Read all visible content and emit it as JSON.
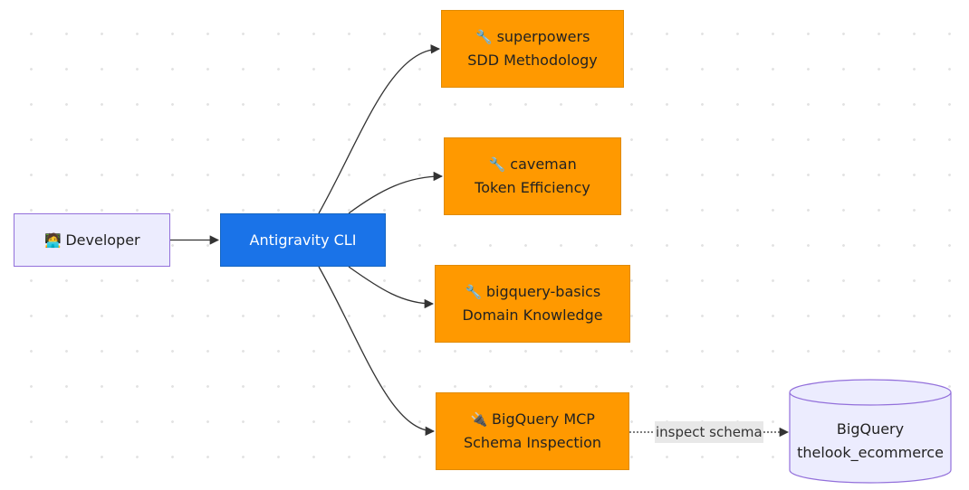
{
  "diagram": {
    "nodes": {
      "developer": {
        "icon": "developer-icon",
        "glyph": "🧑‍💻",
        "label": "Developer"
      },
      "cli": {
        "label": "Antigravity CLI"
      },
      "superpowers": {
        "icon": "wrench-icon",
        "glyph": "🔧",
        "title": "superpowers",
        "subtitle": "SDD Methodology"
      },
      "caveman": {
        "icon": "wrench-icon",
        "glyph": "🔧",
        "title": "caveman",
        "subtitle": "Token Efficiency"
      },
      "bigquery_basics": {
        "icon": "wrench-icon",
        "glyph": "🔧",
        "title": "bigquery-basics",
        "subtitle": "Domain Knowledge"
      },
      "bigquery_mcp": {
        "icon": "plug-icon",
        "glyph": "🔌",
        "title": "BigQuery MCP",
        "subtitle": "Schema Inspection"
      },
      "bigquery_db": {
        "title": "BigQuery",
        "subtitle": "thelook_ecommerce"
      }
    },
    "edges": [
      {
        "from": "developer",
        "to": "cli",
        "style": "solid"
      },
      {
        "from": "cli",
        "to": "superpowers",
        "style": "solid"
      },
      {
        "from": "cli",
        "to": "caveman",
        "style": "solid"
      },
      {
        "from": "cli",
        "to": "bigquery_basics",
        "style": "solid"
      },
      {
        "from": "cli",
        "to": "bigquery_mcp",
        "style": "solid"
      },
      {
        "from": "bigquery_mcp",
        "to": "bigquery_db",
        "style": "dotted",
        "label": "inspect schema"
      }
    ],
    "colors": {
      "user_fill": "#ececfe",
      "user_stroke": "#9370db",
      "cli_fill": "#1a73e8",
      "skill_fill": "#ff9900",
      "db_fill": "#ececfe",
      "db_stroke": "#9370db",
      "edge": "#333333",
      "edge_label_bg": "#e8e8e8"
    }
  }
}
